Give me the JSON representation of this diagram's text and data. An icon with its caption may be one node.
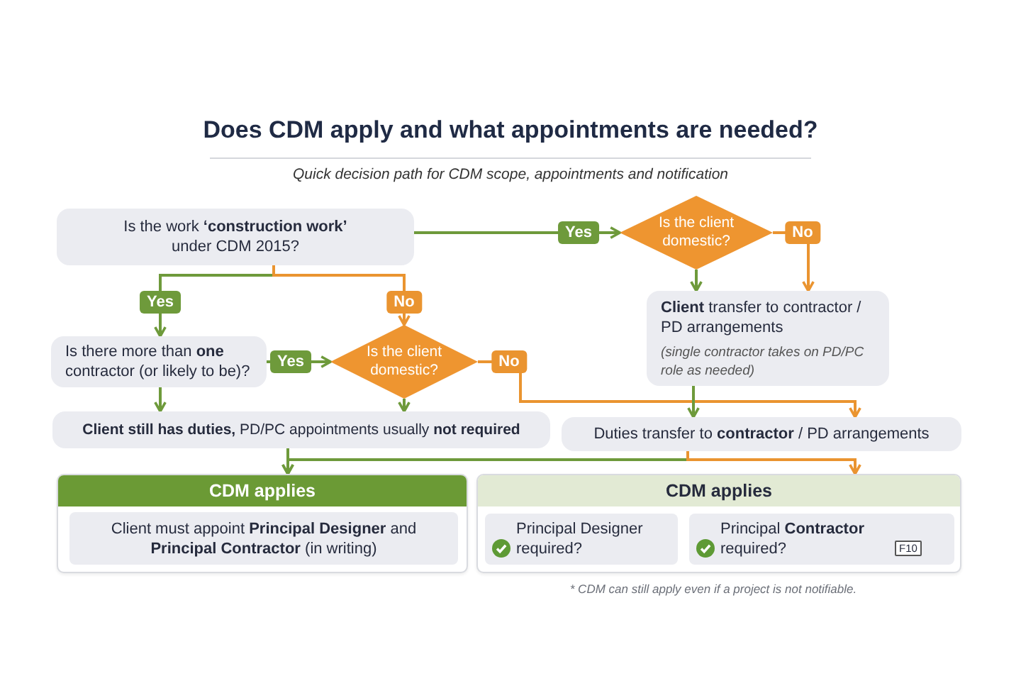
{
  "diagram": {
    "title": "Does CDM apply and what appointments are needed?",
    "nodes": [
      {
        "text": [
          "Is the work **‘construction work’** under CDM 2015?"
        ]
      },
      {
        "text": [
          "Is the client domestic?"
        ]
      },
      {
        "text": [
          "Is there more than **one** contractor (or likely to be)?"
        ]
      },
      {
        "text": [
          "Is the client domestic?"
        ]
      },
      {
        "text": [
          "**Client** transfer to contractor / PD arrangements",
          "(single contractor takes on PD/PC role as needed)"
        ]
      },
      {
        "text": [
          "**Client still has duties,** PD/PC appointments usually **not required**"
        ]
      },
      {
        "text": [
          "Duties transfer to **contractor** / PD arrangements"
        ]
      },
      {
        "text": [
          "CDM applies"
        ]
      },
      {
        "text": [
          "Client must appoint **Principal Designer** and **Principal Contractor** (in writing)"
        ],
        "in": 7
      },
      {
        "text": [
          "CDM applies"
        ]
      },
      {
        "text": [
          "Principal Designer required?"
        ],
        "in": 9
      },
      {
        "text": [
          "Principal **Contractor** required?",
          "F10"
        ],
        "in": 9
      }
    ],
    "edges": [
      {
        "from": 0,
        "to": 1,
        "arrow": "to",
        "label": "Yes"
      },
      {
        "from": 0,
        "to": 2,
        "arrow": "to",
        "label": "Yes"
      },
      {
        "from": 0,
        "to": 3,
        "arrow": "to",
        "label": "No",
        "color": "#ea9430"
      },
      {
        "from": 1,
        "to": 4,
        "arrow": "to"
      },
      {
        "from": 1,
        "to": 4,
        "arrow": "to",
        "label": "No",
        "color": "#ea9430"
      },
      {
        "from": 2,
        "to": 5,
        "arrow": "to"
      },
      {
        "from": 2,
        "to": 3,
        "arrow": "to",
        "label": "Yes"
      },
      {
        "from": 3,
        "to": 5,
        "arrow": "to"
      },
      {
        "from": 3,
        "to": 6,
        "arrow": "to",
        "label": "No",
        "color": "#ea9430"
      },
      {
        "from": 4,
        "to": 6,
        "arrow": "to"
      },
      {
        "from": 5,
        "to": 7,
        "arrow": "to"
      },
      {
        "from": 6,
        "to": 7,
        "arrow": "to"
      },
      {
        "from": 6,
        "to": 9,
        "arrow": "to",
        "color": "#ea9430"
      }
    ],
    "labels": [
      "Quick decision path for CDM scope, appointments and notification",
      "* CDM can still apply even if a project is not notifiable."
    ]
  }
}
